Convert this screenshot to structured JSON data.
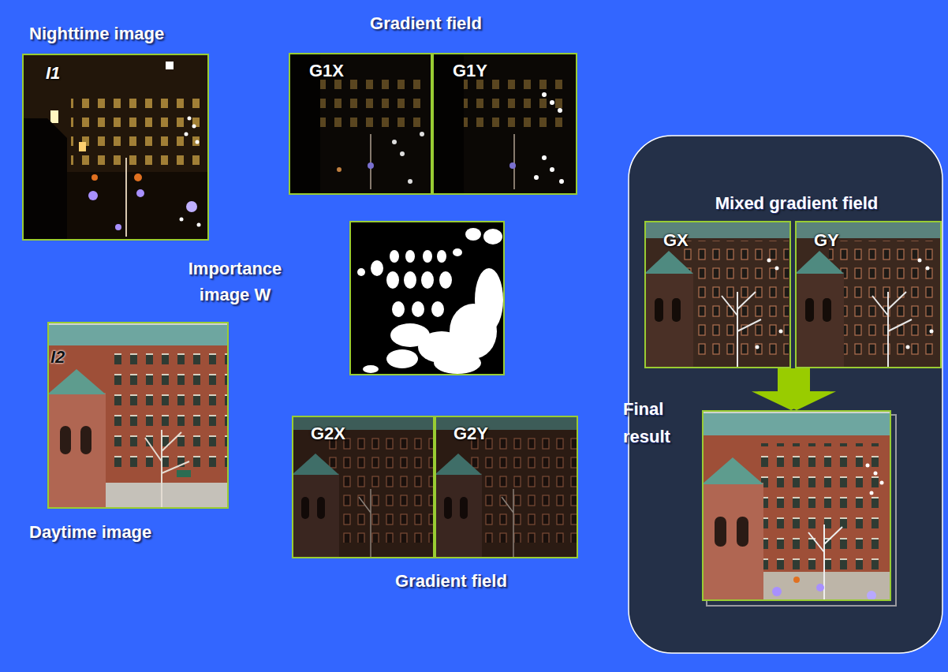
{
  "diagram": {
    "nodes": [
      {
        "text": [
          "Nighttime image",
          "I1"
        ]
      },
      {
        "text": [
          "G1X"
        ]
      },
      {
        "text": [
          "G1Y"
        ]
      },
      {
        "text": [
          "Importance image W"
        ]
      },
      {
        "text": [
          "I2",
          "Daytime image"
        ]
      },
      {
        "text": [
          "G2X"
        ]
      },
      {
        "text": [
          "G2Y"
        ]
      },
      {
        "text": [
          "GX"
        ]
      },
      {
        "text": [
          "GY"
        ]
      },
      {
        "text": [
          "Final result"
        ]
      }
    ],
    "edges": [
      {
        "from": 7,
        "to": 9,
        "arrow": "to"
      },
      {
        "from": 8,
        "to": 9,
        "arrow": "to"
      }
    ],
    "labels": [
      "Gradient field",
      "Gradient field",
      "Mixed gradient field"
    ]
  }
}
